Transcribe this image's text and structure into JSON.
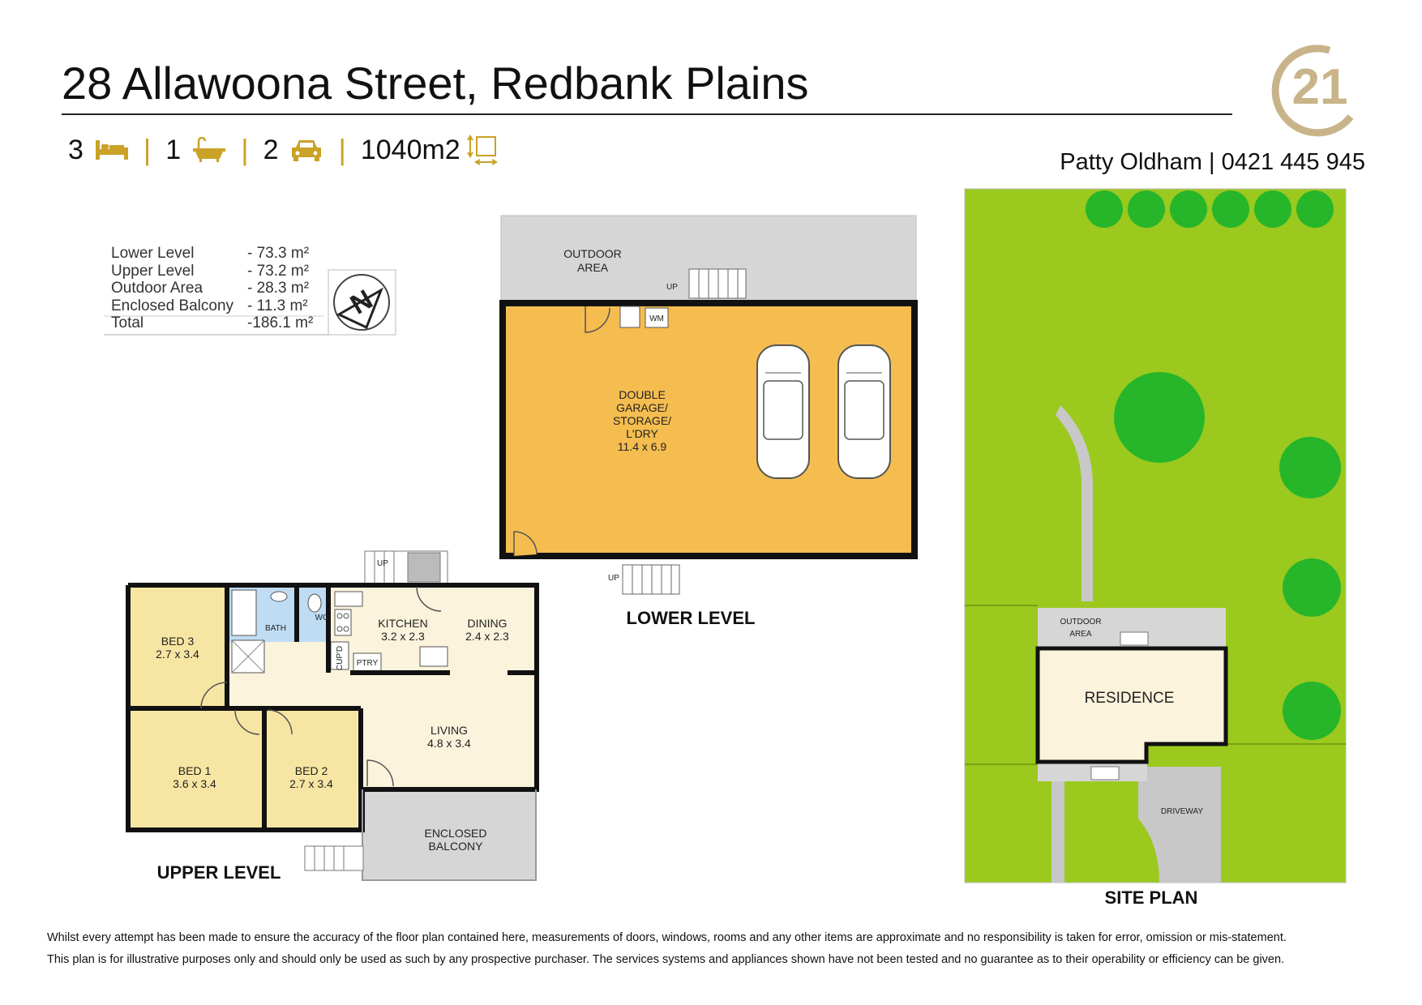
{
  "header": {
    "address": "28 Allawoona Street, Redbank Plains",
    "agent": "Patty Oldham | 0421 445 945",
    "logo_text": "21",
    "accent_color": "#c9a227"
  },
  "features": {
    "beds": "3",
    "baths": "1",
    "cars": "2",
    "land": "1040m2",
    "separator": "|",
    "bed_icon": "bed-icon",
    "bath_icon": "bath-icon",
    "car_icon": "car-icon",
    "land_icon": "land-size-icon"
  },
  "areas": [
    {
      "label": "Lower Level",
      "value": "- 73.3 m²"
    },
    {
      "label": "Upper Level",
      "value": "- 73.2 m²"
    },
    {
      "label": "Outdoor Area",
      "value": "- 28.3 m²"
    },
    {
      "label": "Enclosed Balcony",
      "value": "- 11.3 m²"
    },
    {
      "label": "Total",
      "value": "-186.1 m²"
    }
  ],
  "compass_letter": "N",
  "lower_level": {
    "label": "LOWER LEVEL",
    "outdoor_line1": "OUTDOOR",
    "outdoor_line2": "AREA",
    "up": "UP",
    "wm": "WM",
    "garage_line1": "DOUBLE",
    "garage_line2": "GARAGE/",
    "garage_line3": "STORAGE/",
    "garage_line4": "L'DRY",
    "garage_dim": "11.4 x 6.9"
  },
  "upper_level": {
    "label": "UPPER LEVEL",
    "up": "UP",
    "bed3": "BED 3",
    "bed3_dim": "2.7 x 3.4",
    "bath": "BATH",
    "wc": "WC",
    "kitchen": "KITCHEN",
    "kitchen_dim": "3.2 x 2.3",
    "dining": "DINING",
    "dining_dim": "2.4 x 2.3",
    "cupd": "CUP'D",
    "ptry": "PTRY",
    "living": "LIVING",
    "living_dim": "4.8 x 3.4",
    "bed1": "BED 1",
    "bed1_dim": "3.6 x 3.4",
    "bed2": "BED 2",
    "bed2_dim": "2.7 x 3.4",
    "balcony_line1": "ENCLOSED",
    "balcony_line2": "BALCONY"
  },
  "site_plan": {
    "label": "SITE PLAN",
    "outdoor_line1": "OUTDOOR",
    "outdoor_line2": "AREA",
    "residence": "RESIDENCE",
    "driveway": "DRIVEWAY"
  },
  "colors": {
    "garage": "#f5bd4f",
    "bedroom": "#f7e6a3",
    "living": "#fbf3dc",
    "wet": "#bfdcf3",
    "outdoor": "#d6d6d6",
    "lawn": "#9bc91d",
    "tree": "#27b52a"
  },
  "disclaimer": {
    "line1": "Whilst every attempt has been made to ensure the accuracy of the floor plan contained here, measurements of doors, windows, rooms and any other items are approximate and no responsibility is taken for error, omission or mis-statement.",
    "line2": "This plan is for illustrative purposes only and should only be used as such by any prospective purchaser.  The services systems and appliances shown have not been tested and no guarantee as to their operability or efficiency can be given."
  }
}
